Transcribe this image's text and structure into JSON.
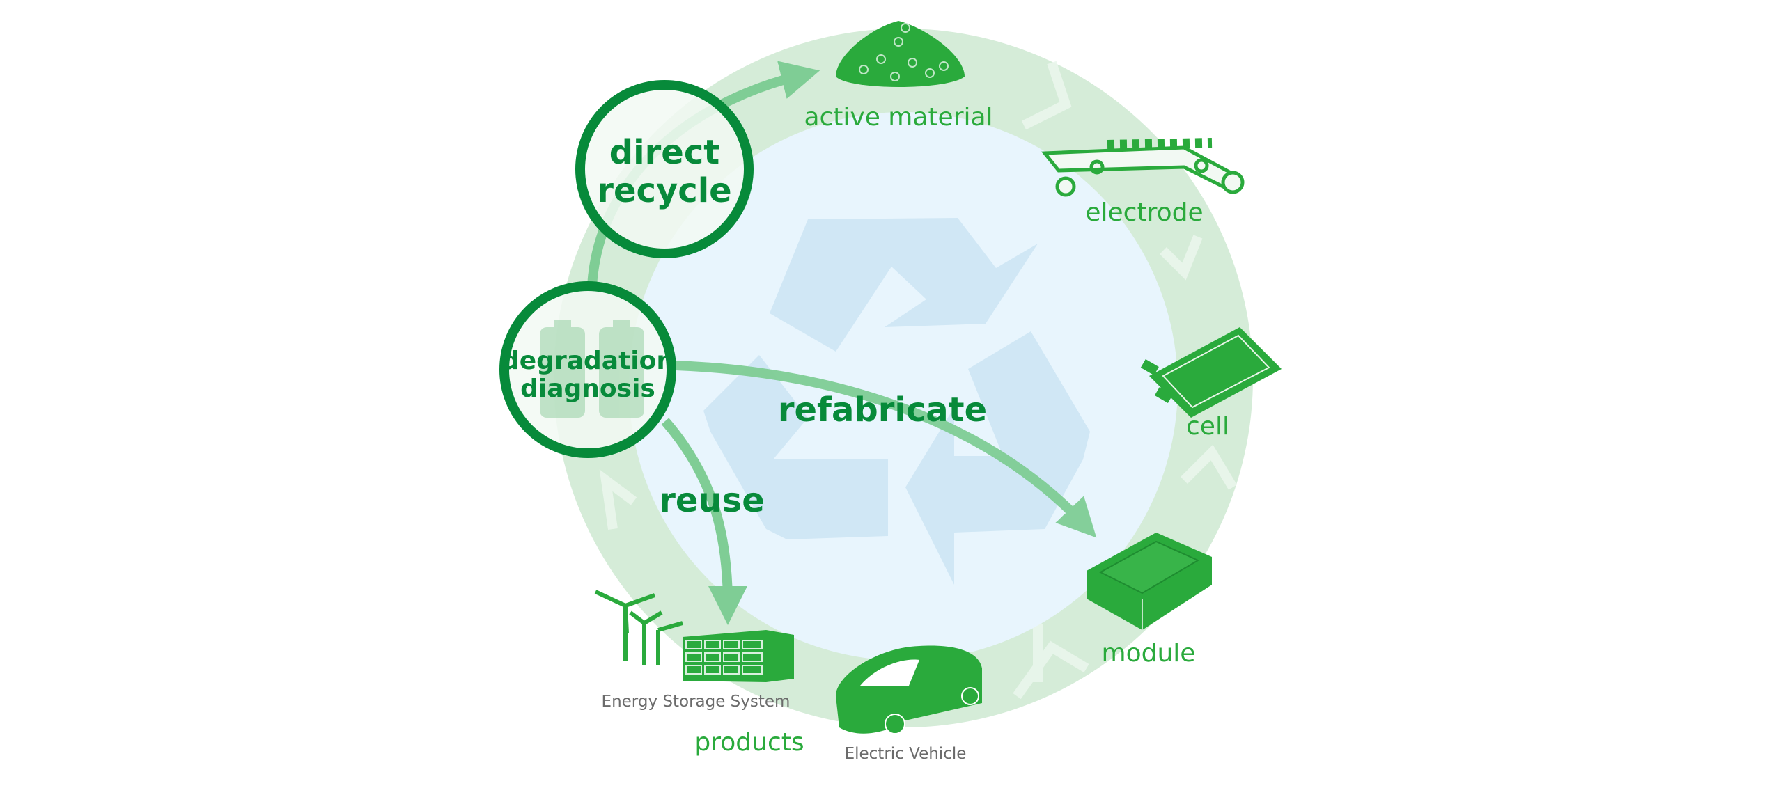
{
  "colors": {
    "ring": "#d5ecd8",
    "inner": "#e8f5fd",
    "recycle_symbol": "#d0e7f5",
    "accent": "#078a3a",
    "icon_green": "#2aaa3c",
    "arrow": "#7fcd95",
    "gray_text": "#6b6b6b"
  },
  "center": {
    "recycle_symbol_icon": "recycle-icon"
  },
  "nodes": {
    "direct_recycle": {
      "line1": "direct",
      "line2": "recycle"
    },
    "degradation_diagnosis": {
      "line1": "degradation",
      "line2": "diagnosis",
      "icon": "battery-icon"
    }
  },
  "paths": {
    "refabricate": "refabricate",
    "reuse": "reuse"
  },
  "stages": {
    "active_material": {
      "label": "active material",
      "icon": "particle-pile-icon"
    },
    "electrode": {
      "label": "electrode",
      "icon": "conveyor-icon"
    },
    "cell": {
      "label": "cell",
      "icon": "pouch-cell-icon"
    },
    "module": {
      "label": "module",
      "icon": "battery-module-icon"
    },
    "products": {
      "label": "products",
      "items": [
        {
          "label": "Energy Storage System",
          "icon": "energy-storage-icon"
        },
        {
          "label": "Electric Vehicle",
          "icon": "car-icon"
        }
      ]
    }
  }
}
